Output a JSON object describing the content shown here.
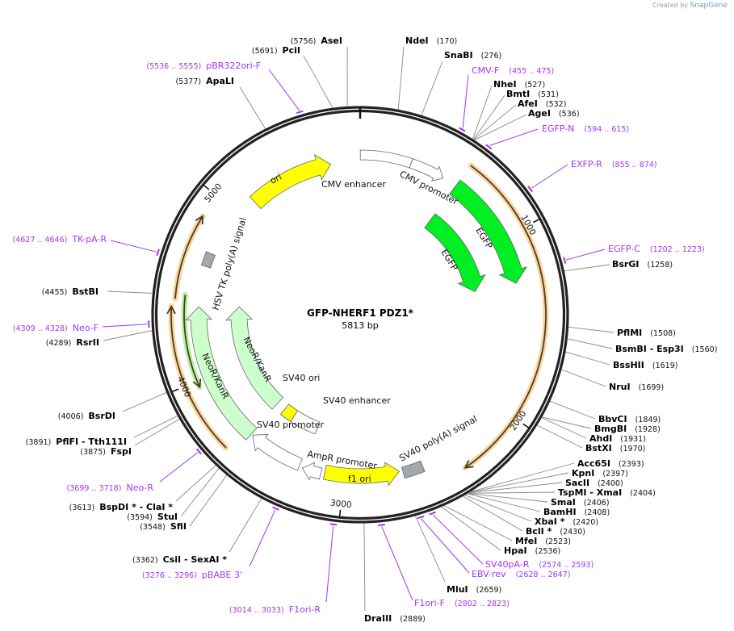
{
  "credit": {
    "prefix": "Created by",
    "brand": "SnapGene"
  },
  "plasmid": {
    "name": "GFP-NHERF1 PDZ1*",
    "length_label": "5813 bp",
    "length": 5813
  },
  "ticks": [
    "1000",
    "2000",
    "3000",
    "4000",
    "5000"
  ],
  "colors": {
    "primer": "#a335ee",
    "ring": "#222222",
    "orf_orange": "#fcd59a",
    "orf_green": "#b6f29a"
  },
  "enzymes": [
    {
      "name": "NdeI",
      "pos": 170
    },
    {
      "name": "SnaBI",
      "pos": 276
    },
    {
      "name": "NheI",
      "pos": 527
    },
    {
      "name": "BmtI",
      "pos": 531
    },
    {
      "name": "AfeI",
      "pos": 532
    },
    {
      "name": "AgeI",
      "pos": 536
    },
    {
      "name": "BsrGI",
      "pos": 1258
    },
    {
      "name": "PflMI",
      "pos": 1508
    },
    {
      "name": "BsmBI  - Esp3I",
      "pos": 1560
    },
    {
      "name": "BssHII",
      "pos": 1619
    },
    {
      "name": "NruI",
      "pos": 1699
    },
    {
      "name": "BbvCI",
      "pos": 1849
    },
    {
      "name": "BmgBI",
      "pos": 1928
    },
    {
      "name": "AhdI",
      "pos": 1931
    },
    {
      "name": "BstXI",
      "pos": 1970
    },
    {
      "name": "Acc65I",
      "pos": 2393
    },
    {
      "name": "KpnI",
      "pos": 2397
    },
    {
      "name": "SacII",
      "pos": 2400
    },
    {
      "name": "TspMI  - XmaI",
      "pos": 2404
    },
    {
      "name": "SmaI",
      "pos": 2406
    },
    {
      "name": "BamHI",
      "pos": 2408
    },
    {
      "name": "XbaI *",
      "pos": 2420
    },
    {
      "name": "BclI *",
      "pos": 2430
    },
    {
      "name": "MfeI",
      "pos": 2523
    },
    {
      "name": "HpaI",
      "pos": 2536
    },
    {
      "name": "MluI",
      "pos": 2659
    },
    {
      "name": "DraIII",
      "pos": 2889
    },
    {
      "name": "CsiI  - SexAI *",
      "pos": 3362
    },
    {
      "name": "SfiI",
      "pos": 3548
    },
    {
      "name": "StuI",
      "pos": 3594
    },
    {
      "name": "BspDI * - ClaI *",
      "pos": 3613
    },
    {
      "name": "FspI",
      "pos": 3875
    },
    {
      "name": "PflFI  - Tth111I",
      "pos": 3891
    },
    {
      "name": "BsrDI",
      "pos": 4006
    },
    {
      "name": "RsrII",
      "pos": 4289
    },
    {
      "name": "BstBI",
      "pos": 4455
    },
    {
      "name": "ApaLI",
      "pos": 5377
    },
    {
      "name": "PciI",
      "pos": 5691
    },
    {
      "name": "AseI",
      "pos": 5756
    }
  ],
  "primers": [
    {
      "name": "CMV-F",
      "start": 455,
      "end": 475
    },
    {
      "name": "EGFP-N",
      "start": 594,
      "end": 615
    },
    {
      "name": "EXFP-R",
      "start": 855,
      "end": 874
    },
    {
      "name": "EGFP-C",
      "start": 1202,
      "end": 1223
    },
    {
      "name": "SV40pA-R",
      "start": 2574,
      "end": 2593
    },
    {
      "name": "EBV-rev",
      "start": 2628,
      "end": 2647
    },
    {
      "name": "F1ori-F",
      "start": 2802,
      "end": 2823
    },
    {
      "name": "F1ori-R",
      "start": 3014,
      "end": 3033
    },
    {
      "name": "pBABE 3'",
      "start": 3276,
      "end": 3296
    },
    {
      "name": "Neo-R",
      "start": 3699,
      "end": 3718
    },
    {
      "name": "Neo-F",
      "start": 4309,
      "end": 4328
    },
    {
      "name": "TK-pA-R",
      "start": 4627,
      "end": 4646
    },
    {
      "name": "pBR322ori-F",
      "start": 5536,
      "end": 5555
    }
  ],
  "features": [
    {
      "name": "CMV enhancer",
      "start": 1,
      "end": 300,
      "direction": "none",
      "color": "#ffffff"
    },
    {
      "name": "CMV promoter",
      "start": 300,
      "end": 505,
      "direction": "forward",
      "color": "#ffffff"
    },
    {
      "name": "EGFP",
      "start": 590,
      "end": 1270,
      "direction": "forward",
      "color": "#00ee22"
    },
    {
      "name": "EGFP",
      "start": 590,
      "end": 1270,
      "direction": "forward",
      "color": "#00ee22"
    },
    {
      "name": "ori",
      "start": 5117,
      "end": 5634,
      "direction": "forward",
      "color": "#ffff00"
    },
    {
      "name": "HSV TK poly(A) signal",
      "start": 4640,
      "end": 4720,
      "direction": "none",
      "color": "#a3a7ae"
    },
    {
      "name": "NeoR/KanR",
      "start": 3590,
      "end": 4405,
      "direction": "forward",
      "color": "#ccffcc"
    },
    {
      "name": "NeoR/KanR",
      "start": 3600,
      "end": 4420,
      "direction": "forward",
      "color": "#ccffcc"
    },
    {
      "name": "SV40 ori",
      "start": 3440,
      "end": 3530,
      "direction": "none",
      "color": "#ffff00"
    },
    {
      "name": "SV40 enhancer",
      "start": 3240,
      "end": 3440,
      "direction": "none",
      "color": "#ffffff"
    },
    {
      "name": "SV40 promoter",
      "start": 3260,
      "end": 3580,
      "direction": "forward",
      "color": "#ffffff"
    },
    {
      "name": "AmpR promoter",
      "start": 3131,
      "end": 3240,
      "direction": "forward",
      "color": "#ffffff"
    },
    {
      "name": "f1 ori",
      "start": 2680,
      "end": 3110,
      "direction": "reverse",
      "color": "#ffff00"
    },
    {
      "name": "SV40 poly(A) signal",
      "start": 2545,
      "end": 2660,
      "direction": "none",
      "color": "#a3a7ae"
    }
  ],
  "orfs": [
    {
      "start": 590,
      "end": 2350,
      "direction": "forward",
      "color": "#fcd59a"
    },
    {
      "start": 3636,
      "end": 4400,
      "direction": "forward",
      "color": "#fcd59a"
    },
    {
      "start": 4440,
      "end": 4877,
      "direction": "forward",
      "color": "#fcd59a"
    },
    {
      "start": 3968,
      "end": 4465,
      "direction": "reverse",
      "color": "#b6f29a"
    }
  ]
}
